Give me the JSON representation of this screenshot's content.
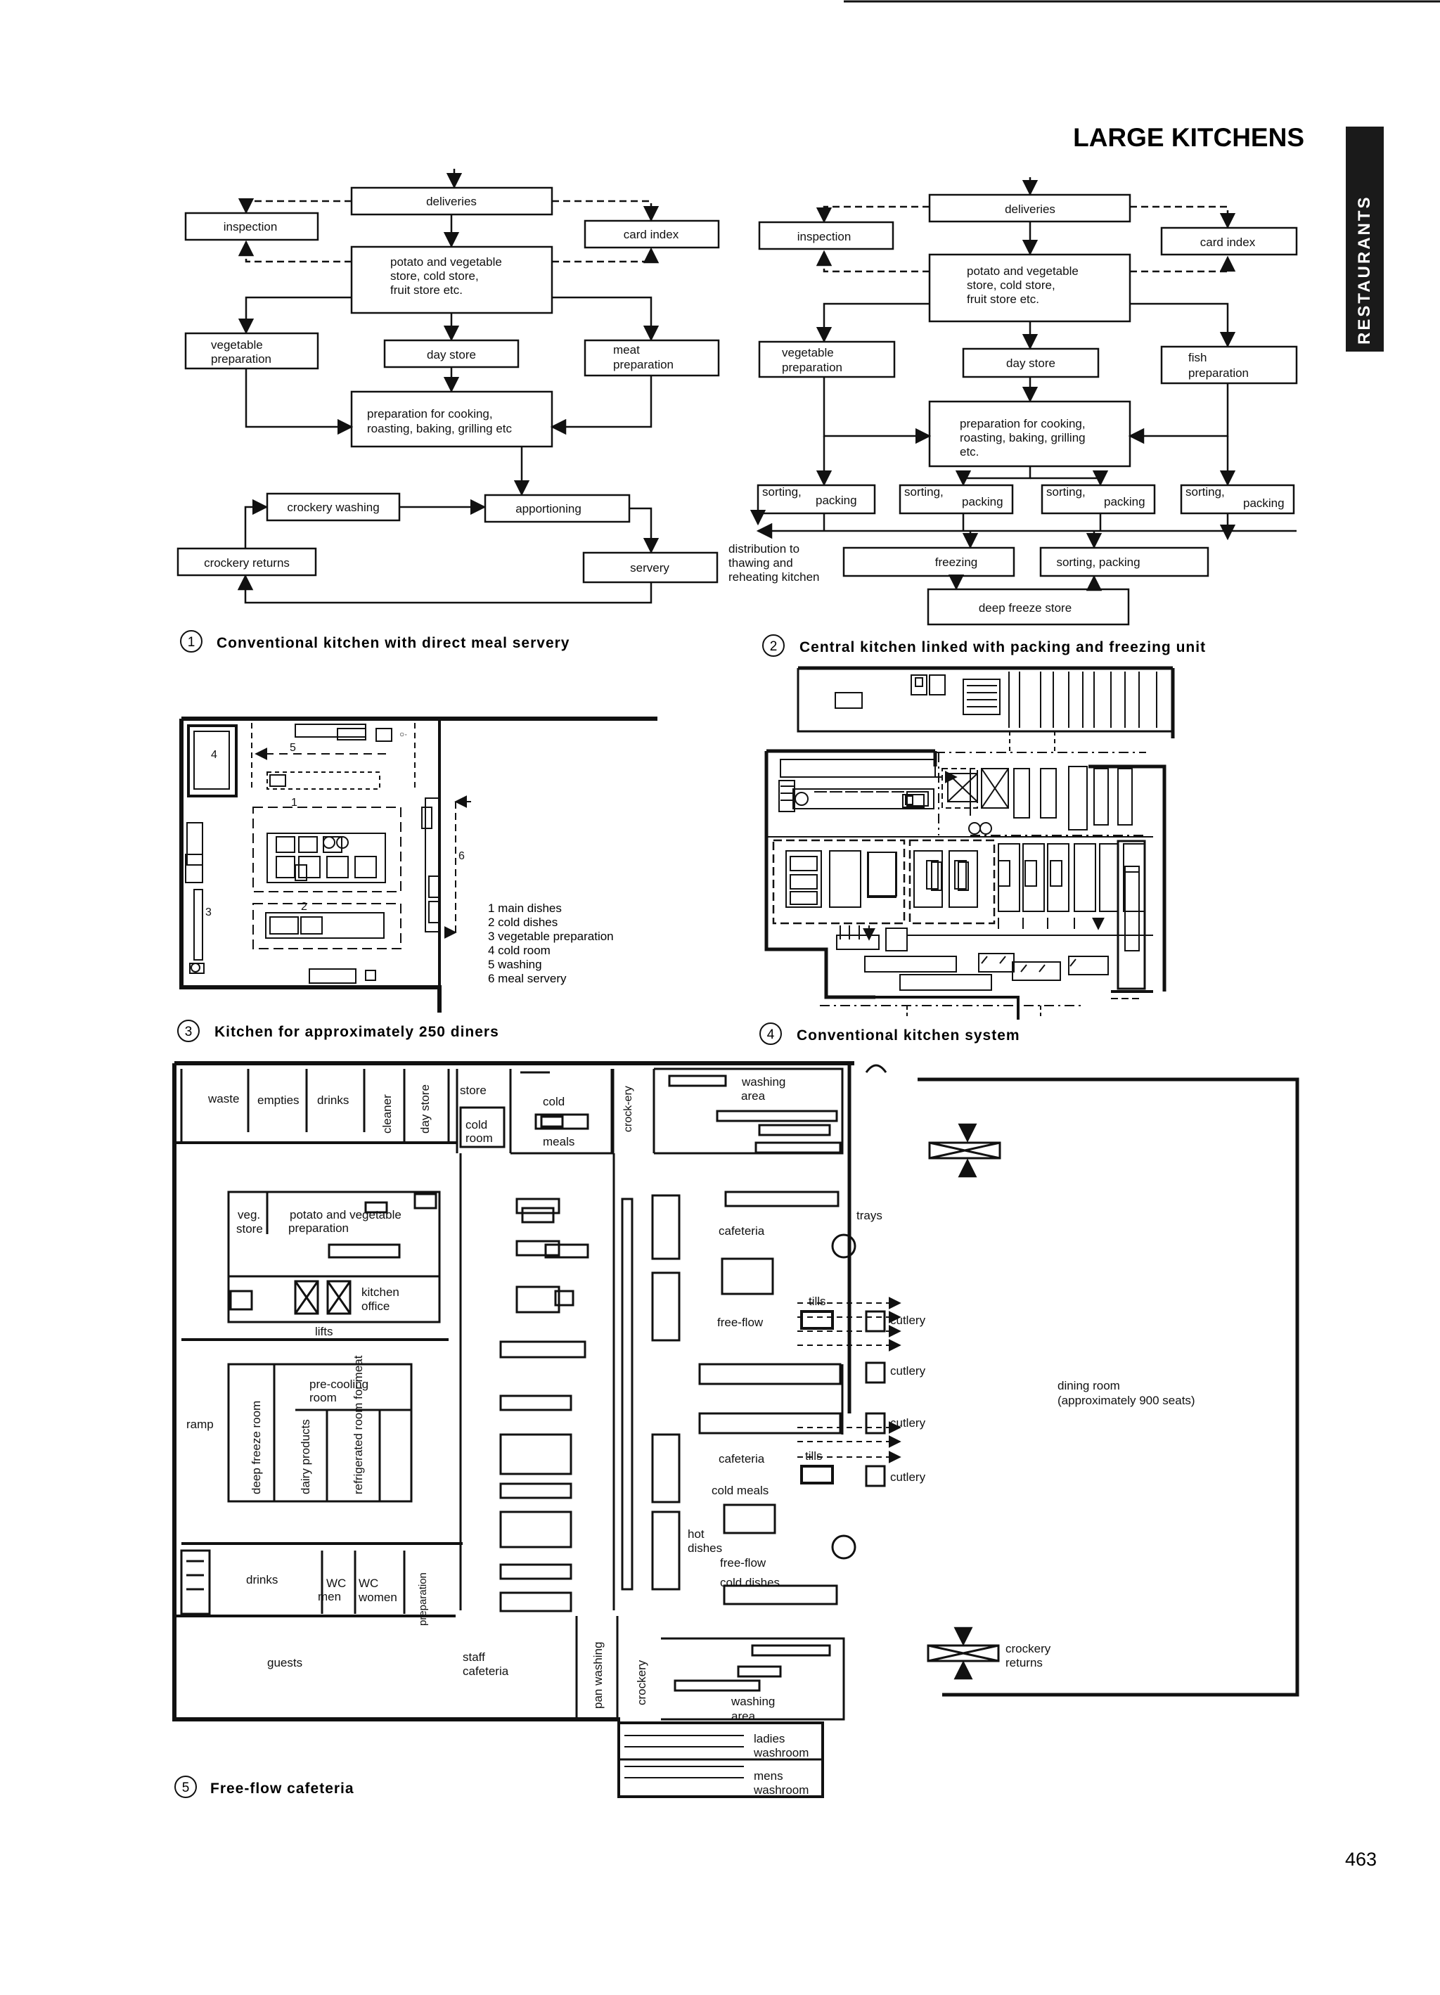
{
  "page": {
    "title": "LARGE KITCHENS",
    "side_tab": "RESTAURANTS",
    "page_number": "463"
  },
  "fig1": {
    "number": "1",
    "caption": "Conventional kitchen with direct meal servery",
    "deliveries": "deliveries",
    "inspection": "inspection",
    "card_index": "card index",
    "store": [
      "potato and vegetable",
      "store, cold store,",
      "fruit store etc."
    ],
    "veg_prep": [
      "vegetable",
      "preparation"
    ],
    "day_store": "day store",
    "meat_prep": [
      "meat",
      "preparation"
    ],
    "prep_cooking": [
      "preparation for cooking,",
      "roasting, baking, grilling etc"
    ],
    "crockery_washing": "crockery washing",
    "apportioning": "apportioning",
    "crockery_returns": "crockery returns",
    "servery": "servery"
  },
  "fig2": {
    "number": "2",
    "caption": "Central kitchen linked with packing and freezing unit",
    "deliveries": "deliveries",
    "inspection": "inspection",
    "card_index": "card index",
    "store": [
      "potato and vegetable",
      "store, cold store,",
      "fruit store etc."
    ],
    "veg_prep": [
      "vegetable",
      "preparation"
    ],
    "day_store": "day store",
    "fish_prep": [
      "fish",
      "preparation"
    ],
    "prep_cooking": [
      "preparation for cooking,",
      "roasting, baking, grilling",
      "etc."
    ],
    "sorting": "sorting,",
    "packing": "packing",
    "distribution": [
      "distribution to",
      "thawing and",
      "reheating kitchen"
    ],
    "freezing": "freezing",
    "sorting_packing": "sorting, packing",
    "deep_freeze": "deep freeze store"
  },
  "fig3": {
    "number": "3",
    "caption": "Kitchen for approximately 250 diners",
    "legend": [
      "1 main dishes",
      "2 cold dishes",
      "3 vegetable preparation",
      "4 cold room",
      "5 washing",
      "6 meal servery"
    ],
    "marks": [
      "1",
      "2",
      "3",
      "4",
      "5",
      "6"
    ]
  },
  "fig4": {
    "number": "4",
    "caption": "Conventional kitchen system"
  },
  "fig5": {
    "number": "5",
    "caption": "Free-flow cafeteria",
    "labels": {
      "waste": "waste",
      "empties": "empties",
      "drinks_top": "drinks",
      "cleaner": "cleaner",
      "day_store": "day store",
      "store": "store",
      "cold": "cold",
      "cold_room": [
        "cold",
        "room"
      ],
      "meals": "meals",
      "crockery_top": "crock-ery",
      "washing_area_top": [
        "washing",
        "area"
      ],
      "veg_store": [
        "veg.",
        "store"
      ],
      "potato_veg": [
        "potato and vegetable",
        "preparation"
      ],
      "kitchen_office": [
        "kitchen",
        "office"
      ],
      "lifts": "lifts",
      "pre_cooling": [
        "pre-cooling",
        "room"
      ],
      "ramp": "ramp",
      "deep_freeze": "deep freeze room",
      "dairy": "dairy products",
      "refrigerated": "refrigerated room for meat",
      "drinks_bottom": "drinks",
      "wc_men": [
        "WC",
        "men"
      ],
      "wc_women": [
        "WC",
        "women"
      ],
      "preparation": "preparation",
      "guests": "guests",
      "staff_cafeteria": [
        "staff",
        "cafeteria"
      ],
      "pan_washing": "pan washing",
      "crockery_bottom": "crockery",
      "washing_area_bottom": [
        "washing",
        "area"
      ],
      "ladies_washroom": [
        "ladies",
        "washroom"
      ],
      "mens_washroom": [
        "mens",
        "washroom"
      ],
      "trays": "trays",
      "cafeteria_1": "cafeteria",
      "free_flow_1": "free-flow",
      "tills_1": "tills",
      "cutlery": "cutlery",
      "cafeteria_2": "cafeteria",
      "tills_2": "tills",
      "cold_meals": "cold meals",
      "hot_dishes": [
        "hot",
        "dishes"
      ],
      "free_flow_2": "free-flow",
      "cold_dishes": "cold dishes",
      "dining_room": [
        "dining room",
        "(approximately 900 seats)"
      ],
      "crockery_returns": [
        "crockery",
        "returns"
      ]
    }
  }
}
